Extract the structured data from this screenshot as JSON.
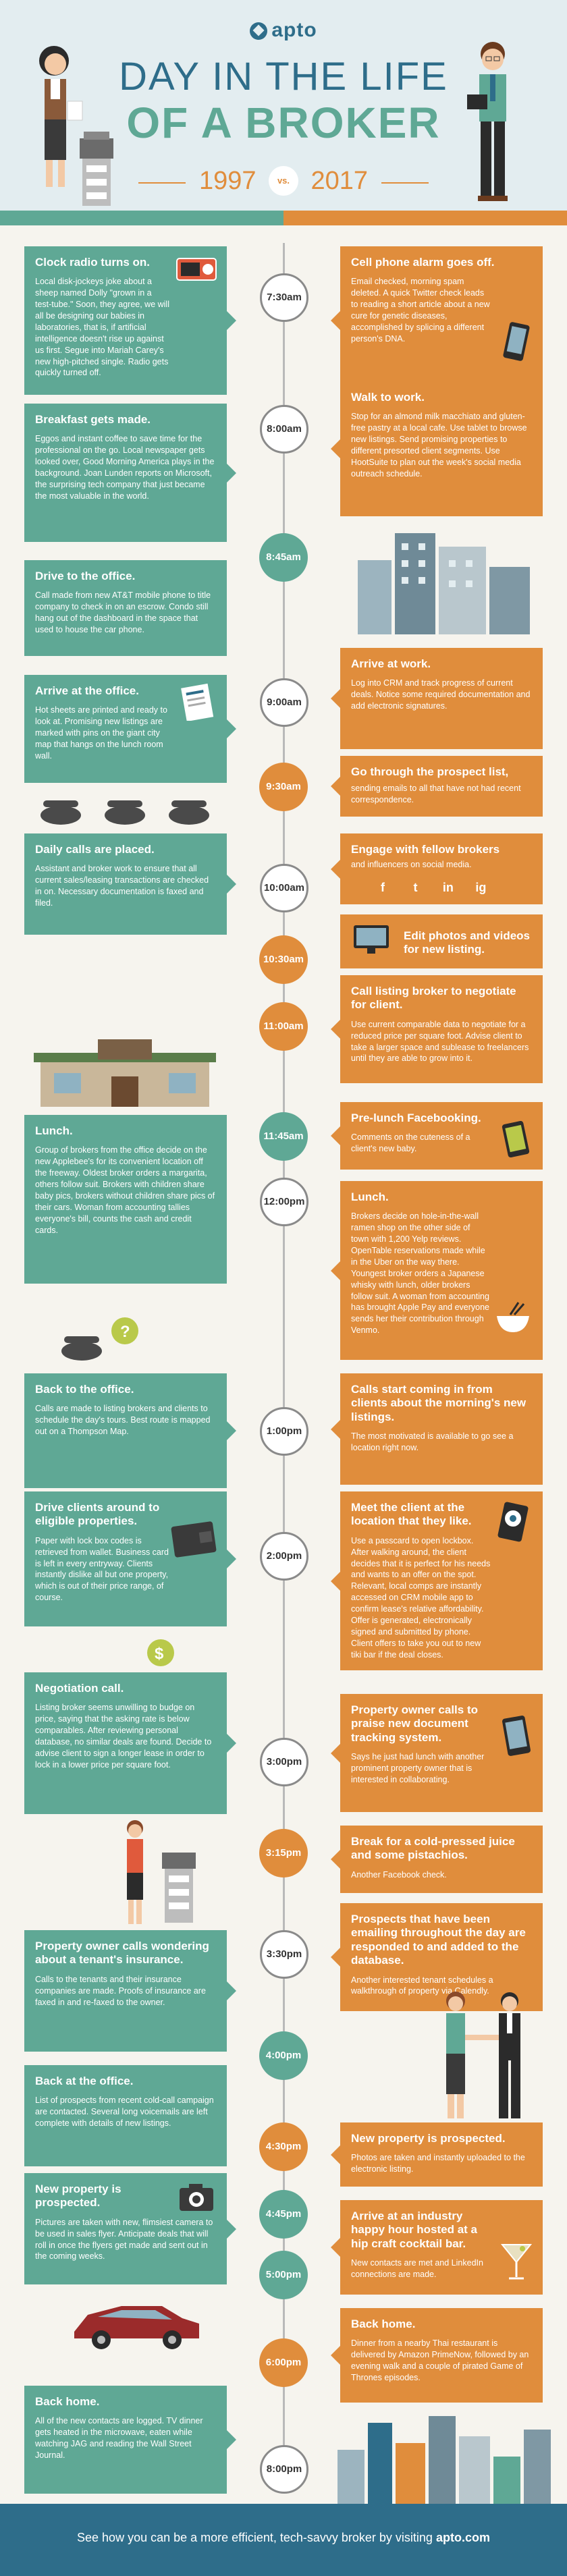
{
  "header": {
    "logo": "apto",
    "title_line1": "DAY IN THE LIFE",
    "title_line2": "OF A BROKER",
    "year_left": "1997",
    "vs": "vs.",
    "year_right": "2017"
  },
  "colors": {
    "teal": "#5fa895",
    "orange": "#e08d3c",
    "blue": "#2e6d8a",
    "background": "#f6f4ee"
  },
  "times": [
    "7:30am",
    "8:00am",
    "8:45am",
    "9:00am",
    "9:30am",
    "10:00am",
    "10:30am",
    "11:00am",
    "11:45am",
    "12:00pm",
    "1:00pm",
    "2:00pm",
    "3:00pm",
    "3:15pm",
    "3:30pm",
    "4:00pm",
    "4:30pm",
    "4:45pm",
    "5:00pm",
    "6:00pm",
    "8:00pm"
  ],
  "left": [
    {
      "title": "Clock radio turns on.",
      "body": "Local disk-jockeys joke about a sheep named Dolly \"grown in a test-tube.\" Soon, they agree, we will all be designing our babies in laboratories, that is, if artificial intelligence doesn't rise up against us first. Segue into Mariah Carey's new high-pitched single. Radio gets quickly turned off."
    },
    {
      "title": "Breakfast gets made.",
      "body": "Eggos and instant coffee to save time for the professional on the go. Local newspaper gets looked over, Good Morning America plays in the background. Joan Lunden reports on Microsoft, the surprising tech company that just became the most valuable in the world."
    },
    {
      "title": "Drive to the office.",
      "body": "Call made from new AT&T mobile phone to title company to check in on an escrow. Condo still hang out of the dashboard in the space that used to house the car phone."
    },
    {
      "title": "Arrive at the office.",
      "body": "Hot sheets are printed and ready to look at. Promising new listings are marked with pins on the giant city map that hangs on the lunch room wall."
    },
    {
      "title": "Daily calls are placed.",
      "body": "Assistant and broker work to ensure that all current sales/leasing transactions are checked in on. Necessary documentation is faxed and filed."
    },
    {
      "title": "Lunch.",
      "body": "Group of brokers from the office decide on the new Applebee's for its convenient location off the freeway. Oldest broker orders a margarita, others follow suit. Brokers with children share baby pics, brokers without children share pics of their cars. Woman from accounting tallies everyone's bill, counts the cash and credit cards."
    },
    {
      "title": "Back to the office.",
      "body": "Calls are made to listing brokers and clients to schedule the day's tours. Best route is mapped out on a Thompson Map."
    },
    {
      "title": "Drive clients around to eligible properties.",
      "body": "Paper with lock box codes is retrieved from wallet. Business card is left in every entryway. Clients instantly dislike all but one property, which is out of their price range, of course."
    },
    {
      "title": "Negotiation call.",
      "body": "Listing broker seems unwilling to budge on price, saying that the asking rate is below comparables. After reviewing personal database, no similar deals are found. Decide to advise client to sign a longer lease in order to lock in a lower price per square foot."
    },
    {
      "title": "Property owner calls wondering about a tenant's insurance.",
      "body": "Calls to the tenants and their insurance companies are made. Proofs of insurance are faxed in and re-faxed to the owner."
    },
    {
      "title": "Back at the office.",
      "body": "List of prospects from recent cold-call campaign are contacted. Several long voicemails are left complete with details of new listings."
    },
    {
      "title": "New property is prospected.",
      "body": "Pictures are taken with new, flimsiest camera to be used in sales flyer. Anticipate deals that will roll in once the flyers get made and sent out in the coming weeks."
    },
    {
      "title": "Back home.",
      "body": "All of the new contacts are logged. TV dinner gets heated in the microwave, eaten while watching JAG and reading the Wall Street Journal."
    }
  ],
  "right": [
    {
      "title": "Cell phone alarm goes off.",
      "body": "Email checked, morning spam deleted. A quick Twitter check leads to reading a short article about a new cure for genetic diseases, accomplished by splicing a different person's DNA."
    },
    {
      "title": "Walk to work.",
      "body": "Stop for an almond milk macchiato and gluten-free pastry at a local cafe. Use tablet to browse new listings. Send promising properties to different presorted client segments. Use HootSuite to plan out the week's social media outreach schedule."
    },
    {
      "title": "Arrive at work.",
      "body": "Log into CRM and track progress of current deals. Notice some required documentation and add electronic signatures."
    },
    {
      "title": "Go through the prospect list,",
      "body": "sending emails to all that have not had recent correspondence."
    },
    {
      "title": "Engage with fellow brokers",
      "body": "and influencers on social media."
    },
    {
      "title": "Edit photos and videos for new listing.",
      "body": ""
    },
    {
      "title": "Call listing broker to negotiate for client.",
      "body": "Use current comparable data to negotiate for a reduced price per square foot. Advise client to take a larger space and sublease to freelancers until they are able to grow into it."
    },
    {
      "title": "Pre-lunch Facebooking.",
      "body": "Comments on the cuteness of a client's new baby."
    },
    {
      "title": "Lunch.",
      "body": "Brokers decide on hole-in-the-wall ramen shop on the other side of town with 1,200 Yelp reviews. OpenTable reservations made while in the Uber on the way there. Youngest broker orders a Japanese whisky with lunch, older brokers follow suit. A woman from accounting has brought Apple Pay and everyone sends her their contribution through Venmo."
    },
    {
      "title": "Calls start coming in from clients about the morning's new listings.",
      "body": "The most motivated is available to go see a location right now."
    },
    {
      "title": "Meet the client at the location that they like.",
      "body": "Use a passcard to open lockbox. After walking around, the client decides that it is perfect for his needs and wants to an offer on the spot. Relevant, local comps are instantly accessed on CRM mobile app to confirm lease's relative affordability. Offer is generated, electronically signed and submitted by phone. Client offers to take you out to new tiki bar if the deal closes."
    },
    {
      "title": "Property owner calls to praise new document tracking system.",
      "body": "Says he just had lunch with another prominent property owner that is interested in collaborating."
    },
    {
      "title": "Break for a cold-pressed juice and some pistachios.",
      "body": "Another Facebook check."
    },
    {
      "title": "Prospects that have been emailing throughout the day are responded to and added to the database.",
      "body": "Another interested tenant schedules a walkthrough of property via Calendly."
    },
    {
      "title": "New property is prospected.",
      "body": "Photos are taken and instantly uploaded to the electronic listing."
    },
    {
      "title": "Arrive at an industry happy hour hosted at a hip craft cocktail bar.",
      "body": "New contacts are met and LinkedIn connections are made."
    },
    {
      "title": "Back home.",
      "body": "Dinner from a nearby Thai restaurant is delivered by Amazon PrimeNow, followed by an evening walk and a couple of pirated Game of Thrones episodes."
    }
  ],
  "social_icons": [
    "f",
    "t",
    "in",
    "ig"
  ],
  "footer": {
    "text_before": "See how you can be a more efficient, tech-savvy broker by visiting ",
    "link": "apto.com"
  }
}
